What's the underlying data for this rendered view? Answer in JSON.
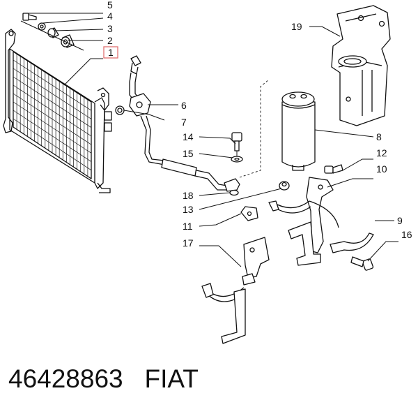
{
  "caption": {
    "part_number": "46428863",
    "brand": "FIAT"
  },
  "colors": {
    "ink": "#111111",
    "highlight_box": "#e07070",
    "background": "#ffffff"
  },
  "callouts": {
    "c1": "1",
    "c2": "2",
    "c3": "3",
    "c4": "4",
    "c5": "5",
    "c6": "6",
    "c7": "7",
    "c8": "8",
    "c9": "9",
    "c10": "10",
    "c11": "11",
    "c12": "12",
    "c13": "13",
    "c14": "14",
    "c15": "15",
    "c16": "16",
    "c17": "17",
    "c18": "18",
    "c19": "19"
  },
  "highlighted_callout": "1"
}
